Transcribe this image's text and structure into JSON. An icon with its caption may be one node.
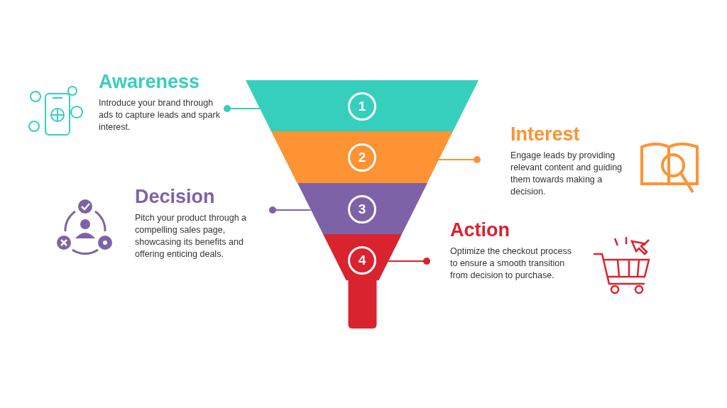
{
  "diagram": {
    "nodes": [
      {
        "text": [
          "1"
        ]
      },
      {
        "text": [
          "2"
        ]
      },
      {
        "text": [
          "3"
        ]
      },
      {
        "text": [
          "4"
        ]
      },
      {
        "text": [
          "Awareness",
          "Introduce your brand through ads to capture leads and spark interest."
        ]
      },
      {
        "text": [
          "Interest",
          "Engage leads by providing relevant content and guiding them towards making a decision."
        ]
      },
      {
        "text": [
          "Decision",
          "Pitch your product through a compelling sales page, showcasing its benefits and offering enticing deals."
        ]
      },
      {
        "text": [
          "Action",
          "Optimize the checkout process to ensure a smooth transition from decision to purchase."
        ]
      }
    ],
    "edges": [
      {
        "from": 4,
        "to": 0,
        "arrow": "other",
        "color": "#36cfbd"
      },
      {
        "from": 5,
        "to": 1,
        "arrow": "other",
        "color": "#fd9333"
      },
      {
        "from": 6,
        "to": 2,
        "arrow": "other",
        "color": "#7e62a8"
      },
      {
        "from": 7,
        "to": 3,
        "arrow": "other",
        "color": "#d9232e"
      }
    ]
  }
}
